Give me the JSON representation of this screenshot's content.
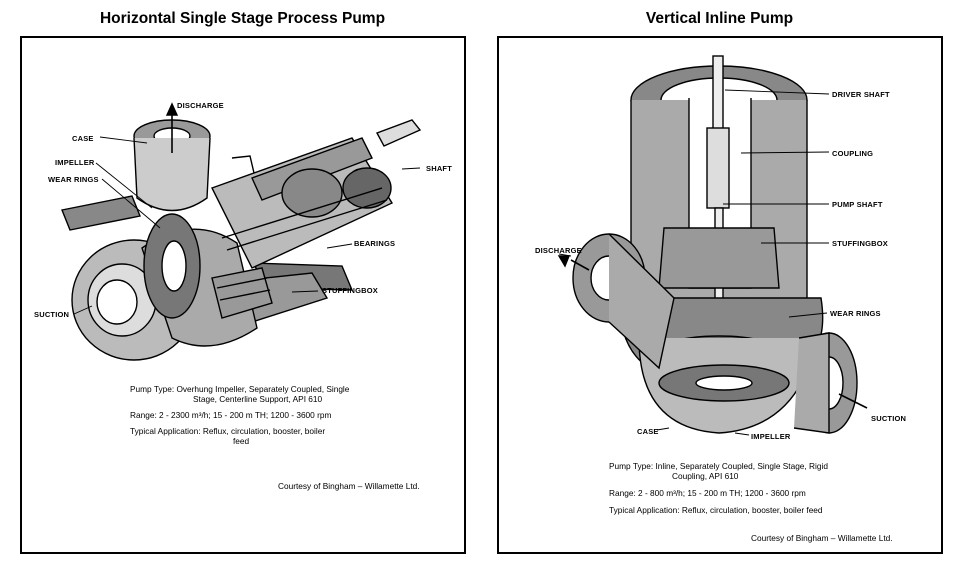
{
  "left": {
    "title": "Horizontal Single Stage Process Pump",
    "labels": {
      "discharge": "DISCHARGE",
      "case": "CASE",
      "impeller": "IMPELLER",
      "wear_rings": "WEAR RINGS",
      "shaft": "SHAFT",
      "bearings": "BEARINGS",
      "stuffingbox": "STUFFINGBOX",
      "suction": "SUCTION"
    },
    "pump_type_label": "Pump Type:",
    "pump_type_line1": "Overhung Impeller, Separately Coupled, Single",
    "pump_type_line2": "Stage, Centerline Support, API 610",
    "range": "Range:  2 - 2300 m³/h; 15 - 200 m TH; 1200 - 3600 rpm",
    "application_label": "Typical Application:",
    "application_line1": "Reflux, circulation, booster, boiler",
    "application_line2": "feed",
    "courtesy": "Courtesy of Bingham – Willamette Ltd."
  },
  "right": {
    "title": "Vertical Inline Pump",
    "labels": {
      "driver_shaft": "DRIVER SHAFT",
      "coupling": "COUPLING",
      "pump_shaft": "PUMP SHAFT",
      "stuffingbox": "STUFFINGBOX",
      "discharge": "DISCHARGE",
      "wear_rings": "WEAR RINGS",
      "suction": "SUCTION",
      "case": "CASE",
      "impeller": "IMPELLER"
    },
    "pump_type_label": "Pump Type:",
    "pump_type_line1": "Inline, Separately Coupled, Single Stage, Rigid",
    "pump_type_line2": "Coupling, API 610",
    "range": "Range:  2 - 800 m³/h; 15 - 200 m TH; 1200 - 3600 rpm",
    "application": "Typical Application:  Reflux, circulation, booster, boiler feed",
    "courtesy": "Courtesy of Bingham – Willamette Ltd."
  }
}
